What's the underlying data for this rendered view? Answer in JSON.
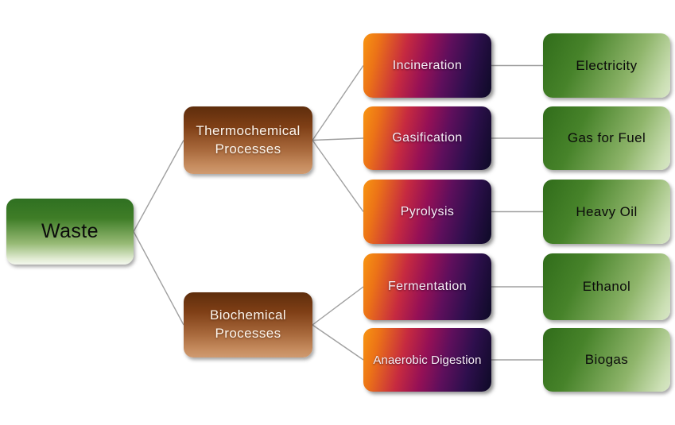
{
  "diagram": {
    "type": "flowchart",
    "subject": "Waste-to-energy conversion pathways",
    "nodes": {
      "waste": {
        "label": "Waste",
        "role": "root"
      },
      "thermo": {
        "label": "Thermochemical Processes",
        "role": "category"
      },
      "bio": {
        "label": "Biochemical Processes",
        "role": "category"
      },
      "incineration": {
        "label": "Incineration",
        "role": "process"
      },
      "gasification": {
        "label": "Gasification",
        "role": "process"
      },
      "pyrolysis": {
        "label": "Pyrolysis",
        "role": "process"
      },
      "fermentation": {
        "label": "Fermentation",
        "role": "process"
      },
      "anaerobic": {
        "label": "Anaerobic Digestion",
        "role": "process"
      },
      "electricity": {
        "label": "Electricity",
        "role": "output"
      },
      "gasforfuel": {
        "label": "Gas for Fuel",
        "role": "output"
      },
      "heavyoil": {
        "label": "Heavy Oil",
        "role": "output"
      },
      "ethanol": {
        "label": "Ethanol",
        "role": "output"
      },
      "biogas": {
        "label": "Biogas",
        "role": "output"
      }
    },
    "connections": [
      {
        "from": "waste",
        "to": "thermo"
      },
      {
        "from": "waste",
        "to": "bio"
      },
      {
        "from": "thermo",
        "to": "incineration"
      },
      {
        "from": "thermo",
        "to": "gasification"
      },
      {
        "from": "thermo",
        "to": "pyrolysis"
      },
      {
        "from": "bio",
        "to": "fermentation"
      },
      {
        "from": "bio",
        "to": "anaerobic"
      },
      {
        "from": "incineration",
        "to": "electricity"
      },
      {
        "from": "gasification",
        "to": "gasforfuel"
      },
      {
        "from": "pyrolysis",
        "to": "heavyoil"
      },
      {
        "from": "fermentation",
        "to": "ethanol"
      },
      {
        "from": "anaerobic",
        "to": "biogas"
      }
    ],
    "colors": {
      "root_green_top": "#2f7021",
      "root_green_bottom": "#f3f7ed",
      "category_brown_top": "#5e2d0c",
      "category_brown_bottom": "#cf9a70",
      "process_orange": "#f89511",
      "process_crimson": "#a81348",
      "process_dark_purple": "#0d0a26",
      "output_green_dark": "#306c1a",
      "output_green_light": "#d9e7c8",
      "connector_gray": "#a0a0a0",
      "background": "#ffffff"
    }
  }
}
